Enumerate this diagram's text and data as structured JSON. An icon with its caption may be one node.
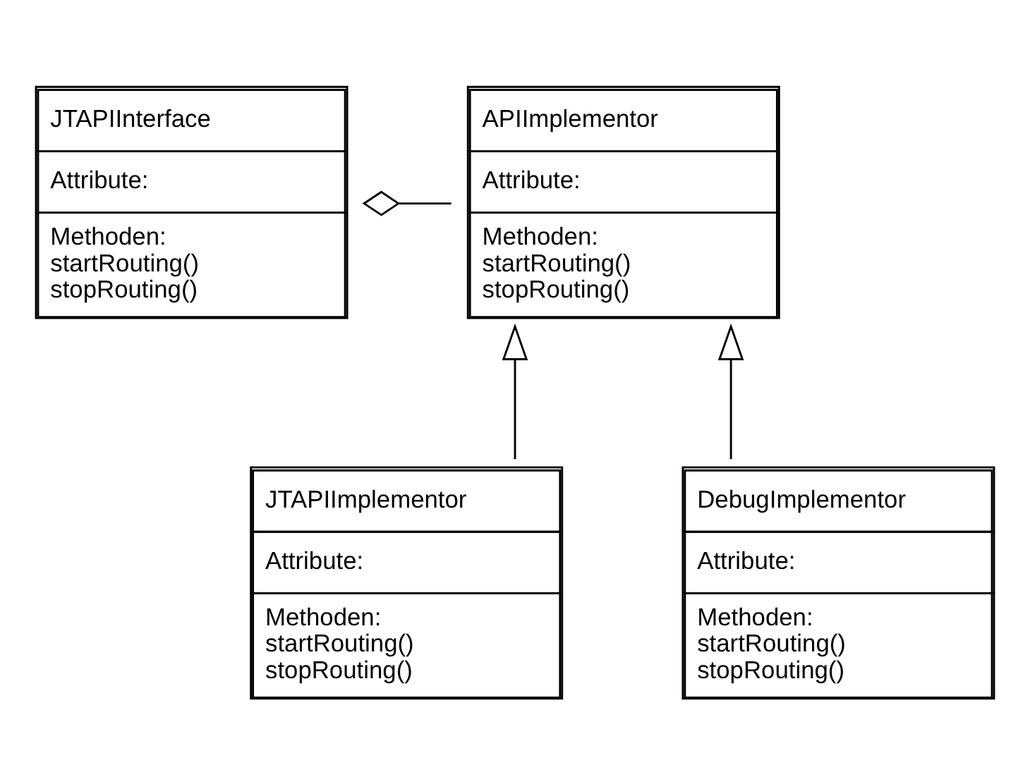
{
  "diagram": {
    "nodes": [
      {
        "text": [
          "JTAPIInterface",
          "Attribute:",
          "Methoden:",
          "startRouting()",
          "stopRouting()"
        ]
      },
      {
        "text": [
          "APIImplementor",
          "Attribute:",
          "Methoden:",
          "startRouting()",
          "stopRouting()"
        ]
      },
      {
        "text": [
          "JTAPIImplementor",
          "Attribute:",
          "Methoden:",
          "startRouting()",
          "stopRouting()"
        ]
      },
      {
        "text": [
          "DebugImplementor",
          "Attribute:",
          "Methoden:",
          "startRouting()",
          "stopRouting()"
        ]
      }
    ],
    "edges": [
      {
        "from": 0,
        "to": 1,
        "arrow": "other"
      },
      {
        "from": 2,
        "to": 1,
        "arrow": "to"
      },
      {
        "from": 3,
        "to": 1,
        "arrow": "to"
      }
    ]
  }
}
